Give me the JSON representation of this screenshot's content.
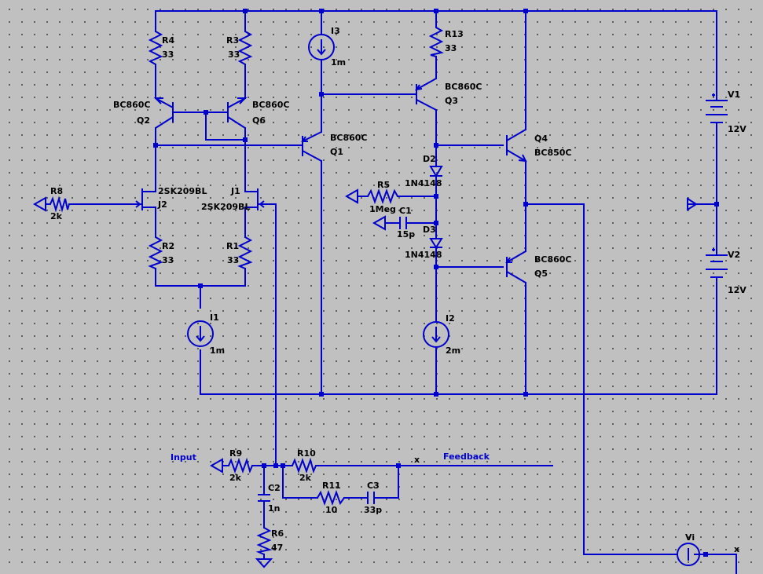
{
  "resistors": [
    {
      "id": "r4",
      "ref": "R4",
      "value": "33"
    },
    {
      "id": "r3",
      "ref": "R3",
      "value": "33"
    },
    {
      "id": "r13",
      "ref": "R13",
      "value": "33"
    },
    {
      "id": "r8",
      "ref": "R8",
      "value": "2k"
    },
    {
      "id": "r2",
      "ref": "R2",
      "value": "33"
    },
    {
      "id": "r1",
      "ref": "R1",
      "value": "33"
    },
    {
      "id": "r5",
      "ref": "R5",
      "value": "1Meg"
    },
    {
      "id": "r9",
      "ref": "R9",
      "value": "2k"
    },
    {
      "id": "r10",
      "ref": "R10",
      "value": "2k"
    },
    {
      "id": "r11",
      "ref": "R11",
      "value": "10"
    },
    {
      "id": "r6",
      "ref": "R6",
      "value": "47"
    }
  ],
  "transistors": [
    {
      "id": "q2",
      "ref": "Q2",
      "model": "BC860C"
    },
    {
      "id": "q6",
      "ref": "Q6",
      "model": "BC860C"
    },
    {
      "id": "q1",
      "ref": "Q1",
      "model": "BC860C"
    },
    {
      "id": "q3",
      "ref": "Q3",
      "model": "BC860C"
    },
    {
      "id": "q4",
      "ref": "Q4",
      "model": "BC850C"
    },
    {
      "id": "q5",
      "ref": "Q5",
      "model": "BC860C"
    },
    {
      "id": "j2",
      "ref": "J2",
      "model": "2SK209BL"
    },
    {
      "id": "j1",
      "ref": "J1",
      "model": "2SK209BL"
    }
  ],
  "current_sources": [
    {
      "id": "i3",
      "ref": "I3",
      "value": "1m"
    },
    {
      "id": "i1",
      "ref": "I1",
      "value": "1m"
    },
    {
      "id": "i2",
      "ref": "I2",
      "value": "2m"
    }
  ],
  "diodes": [
    {
      "id": "d2",
      "ref": "D2",
      "model": "1N4148"
    },
    {
      "id": "d3",
      "ref": "D3",
      "model": "1N4148"
    }
  ],
  "capacitors": [
    {
      "id": "c1",
      "ref": "C1",
      "value": "15p"
    },
    {
      "id": "c2",
      "ref": "C2",
      "value": "1n"
    },
    {
      "id": "c3",
      "ref": "C3",
      "value": "33p"
    }
  ],
  "sources": [
    {
      "id": "v1",
      "ref": "V1",
      "value": "12V"
    },
    {
      "id": "v2",
      "ref": "V2",
      "value": "12V"
    },
    {
      "id": "vi",
      "ref": "Vi"
    }
  ],
  "nets": {
    "input": "Input",
    "feedback": "Feedback",
    "x1": "x",
    "x2": "x"
  },
  "colors": {
    "wire": "#0000cc",
    "text": "#000000",
    "background": "#c0c0c0"
  }
}
